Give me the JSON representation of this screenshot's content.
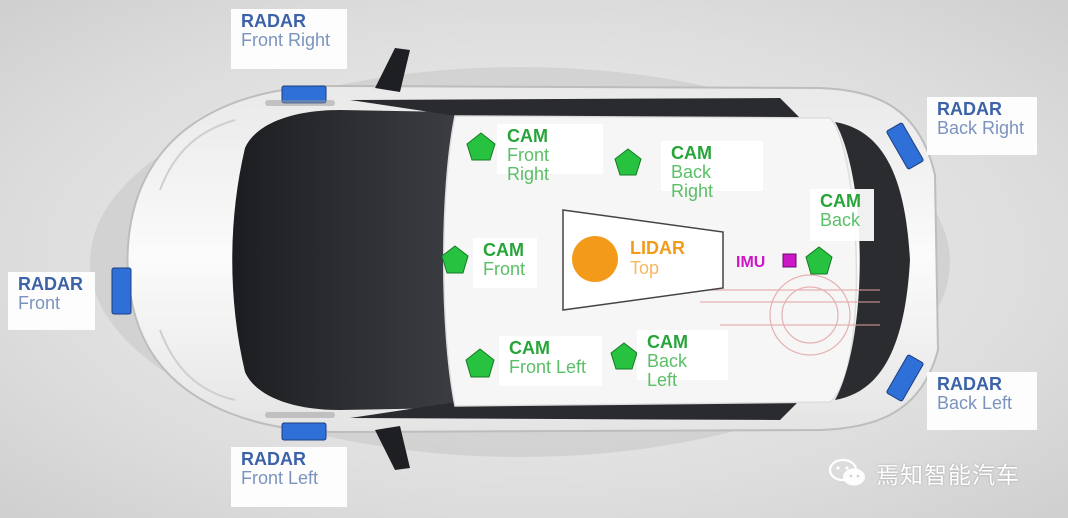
{
  "sensors": {
    "radar_front_right": {
      "type": "RADAR",
      "position": "Front Right"
    },
    "radar_front": {
      "type": "RADAR",
      "position": "Front"
    },
    "radar_front_left": {
      "type": "RADAR",
      "position": "Front Left"
    },
    "radar_back_right": {
      "type": "RADAR",
      "position": "Back Right"
    },
    "radar_back_left": {
      "type": "RADAR",
      "position": "Back Left"
    },
    "cam_front_right": {
      "type": "CAM",
      "position": "Front Right"
    },
    "cam_back_right": {
      "type": "CAM",
      "position": "Back Right"
    },
    "cam_front": {
      "type": "CAM",
      "position": "Front"
    },
    "cam_back": {
      "type": "CAM",
      "position": "Back"
    },
    "cam_front_left": {
      "type": "CAM",
      "position": "Front Left"
    },
    "cam_back_left": {
      "type": "CAM",
      "position": "Back Left"
    },
    "lidar_top": {
      "type": "LIDAR",
      "position": "Top"
    },
    "imu": {
      "type": "IMU"
    }
  },
  "colors": {
    "radar": "#2f6fd8",
    "camera": "#27c23f",
    "lidar": "#f39a1a",
    "imu": "#cc16c8"
  },
  "watermark": {
    "text": "焉知智能汽车",
    "icon": "wechat-icon"
  }
}
